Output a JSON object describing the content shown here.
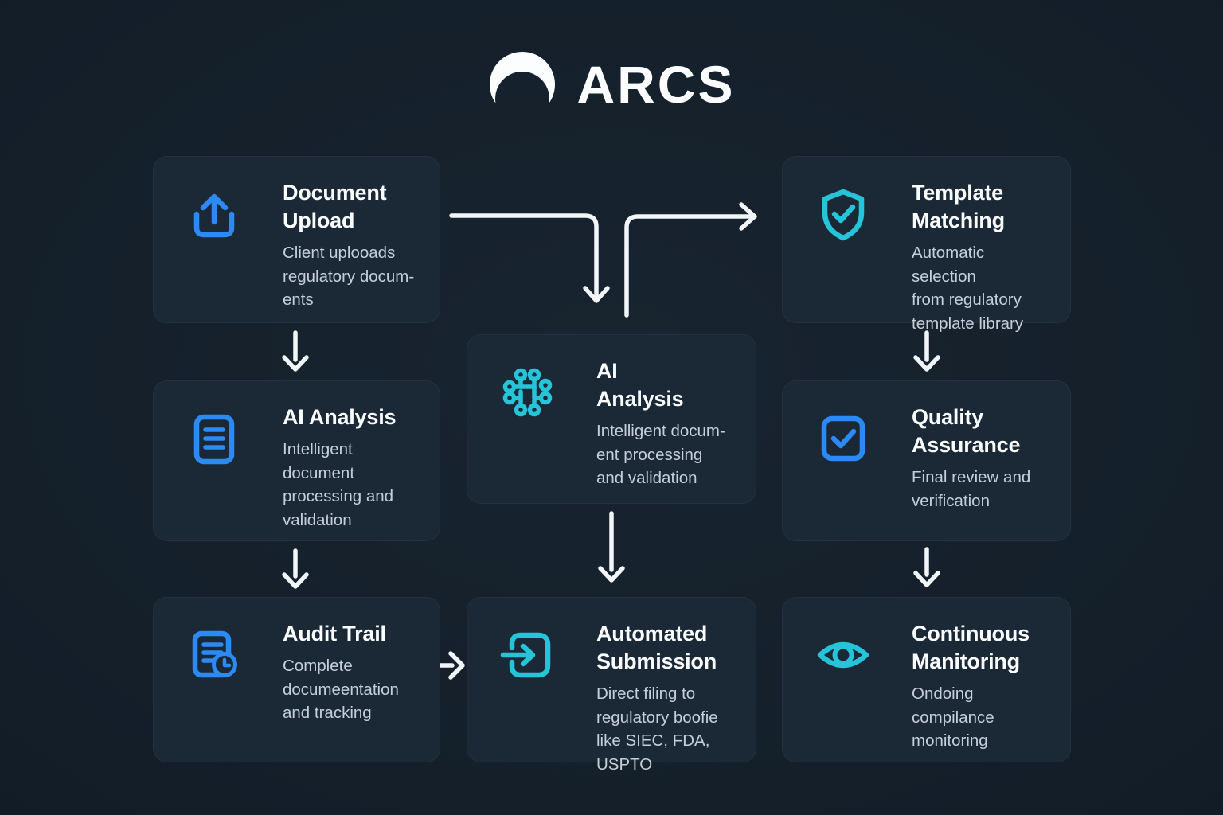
{
  "logo": {
    "name": "ARCS",
    "mark": "crescent-arc-icon"
  },
  "colors": {
    "accent_blue": "#2b8af5",
    "accent_teal": "#25c4d9",
    "card_background": "#1b2937",
    "page_background": "#121d28",
    "title_text": "#fafcfe",
    "description_text": "#c5ced9",
    "arrow": "#f3f6f8"
  },
  "cards": [
    {
      "id": "document-upload",
      "icon": "upload-icon",
      "accent": "blue",
      "title": [
        "Document",
        "Upload"
      ],
      "description": [
        "Client uplooads",
        "regulatory docum-",
        "ents"
      ]
    },
    {
      "id": "template-matching",
      "icon": "shield-check-icon",
      "accent": "teal",
      "title": [
        "Template",
        "Matching"
      ],
      "description": [
        "Automatic selection",
        "from regulatory",
        "template library"
      ]
    },
    {
      "id": "ai-analysis-left",
      "icon": "document-lines-icon",
      "accent": "blue",
      "title": [
        "AI Analysis"
      ],
      "description": [
        "Intelligent",
        "document",
        "processing and",
        "validation"
      ]
    },
    {
      "id": "ai-analysis-center",
      "icon": "circuit-nodes-icon",
      "accent": "teal",
      "title": [
        "AI",
        "Analysis"
      ],
      "description": [
        "Intelligent docum-",
        "ent processing",
        "and validation"
      ]
    },
    {
      "id": "quality-assurance",
      "icon": "checkbox-check-icon",
      "accent": "blue",
      "title": [
        "Quality",
        "Assurance"
      ],
      "description": [
        "Final review and",
        "verification"
      ]
    },
    {
      "id": "audit-trail",
      "icon": "document-clock-icon",
      "accent": "blue",
      "title": [
        "Audit Trail"
      ],
      "description": [
        "Complete",
        "documeentation",
        "and tracking"
      ]
    },
    {
      "id": "automated-submission",
      "icon": "login-arrow-icon",
      "accent": "teal",
      "title": [
        "Automated",
        "Submission"
      ],
      "description": [
        "Direct filing to",
        "regulatory boofie",
        "like SIEC, FDA, USPTO"
      ]
    },
    {
      "id": "continuous-monitoring",
      "icon": "eye-icon",
      "accent": "teal",
      "title": [
        "Continuous",
        "Manitoring"
      ],
      "description": [
        "Ondoing",
        "compilance",
        "monitoring"
      ]
    }
  ],
  "arrows": [
    "document-upload to ai-analysis-center",
    "ai-analysis-center to template-matching",
    "document-upload to ai-analysis-left",
    "template-matching to quality-assurance",
    "ai-analysis-left to audit-trail",
    "ai-analysis-center to automated-submission",
    "quality-assurance to continuous-monitoring",
    "audit-trail to automated-submission"
  ]
}
